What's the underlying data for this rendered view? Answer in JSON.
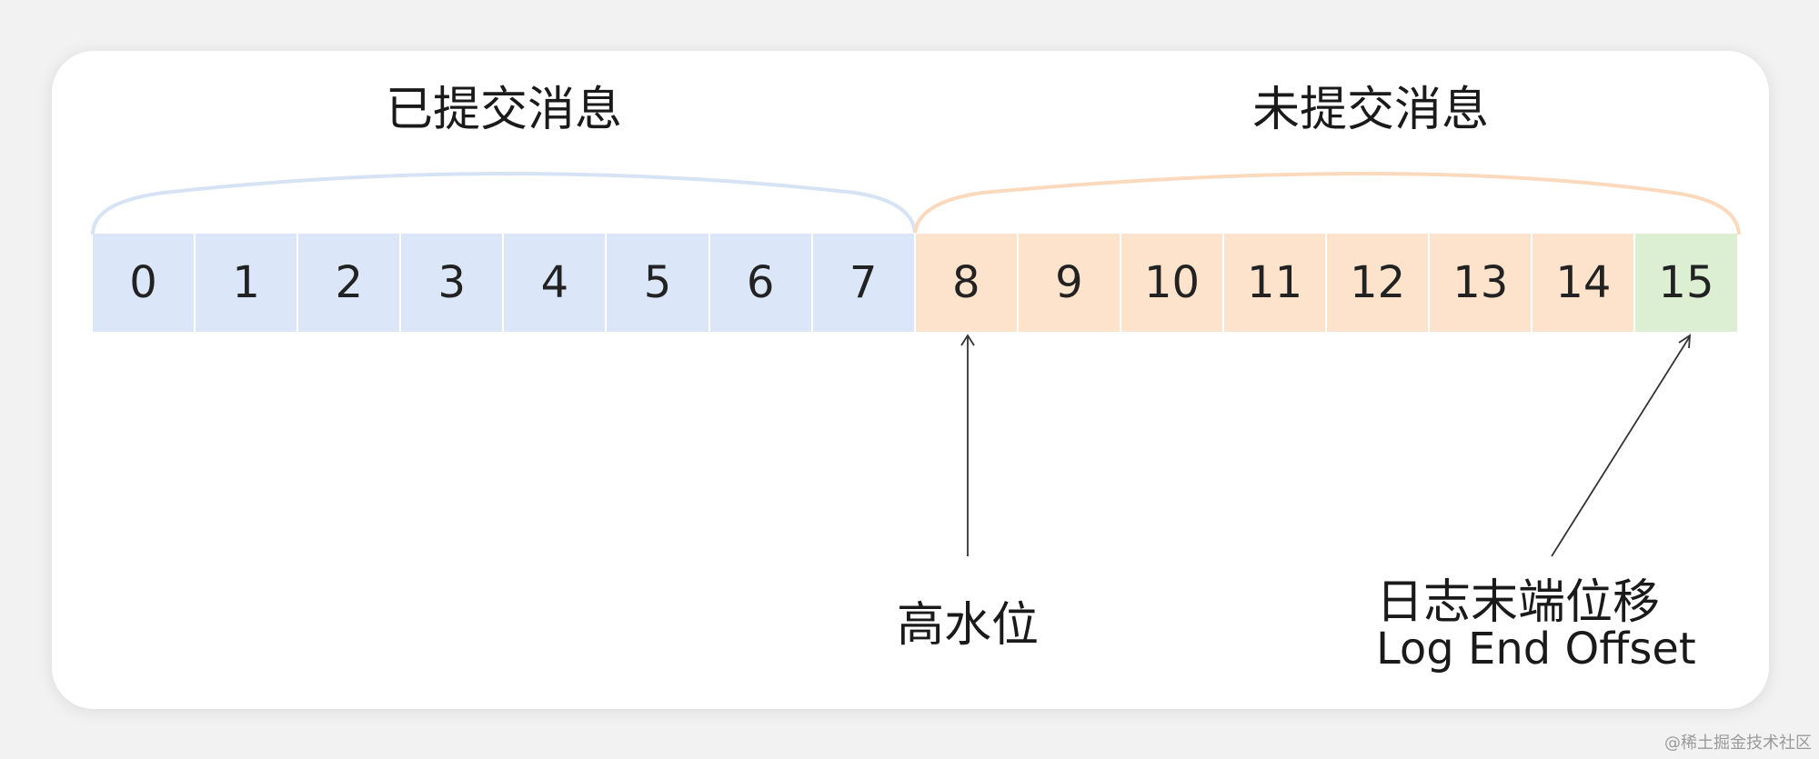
{
  "sections": {
    "committed_title": "已提交消息",
    "uncommitted_title": "未提交消息"
  },
  "cells": [
    {
      "label": "0",
      "state": "committed"
    },
    {
      "label": "1",
      "state": "committed"
    },
    {
      "label": "2",
      "state": "committed"
    },
    {
      "label": "3",
      "state": "committed"
    },
    {
      "label": "4",
      "state": "committed"
    },
    {
      "label": "5",
      "state": "committed"
    },
    {
      "label": "6",
      "state": "committed"
    },
    {
      "label": "7",
      "state": "committed"
    },
    {
      "label": "8",
      "state": "uncommitted"
    },
    {
      "label": "9",
      "state": "uncommitted"
    },
    {
      "label": "10",
      "state": "uncommitted"
    },
    {
      "label": "11",
      "state": "uncommitted"
    },
    {
      "label": "12",
      "state": "uncommitted"
    },
    {
      "label": "13",
      "state": "uncommitted"
    },
    {
      "label": "14",
      "state": "uncommitted"
    },
    {
      "label": "15",
      "state": "leo"
    }
  ],
  "labels": {
    "high_watermark": "高水位",
    "log_end_offset_cn": "日志末端位移",
    "log_end_offset_en": "Log End Offset"
  },
  "colors": {
    "committed": "#dbe7f8",
    "uncommitted": "#fde3cc",
    "leo": "#dcefd3",
    "committed_brace": "#d6e3f5",
    "uncommitted_brace": "#fbd9bd"
  },
  "watermark": "@稀土掘金技术社区"
}
